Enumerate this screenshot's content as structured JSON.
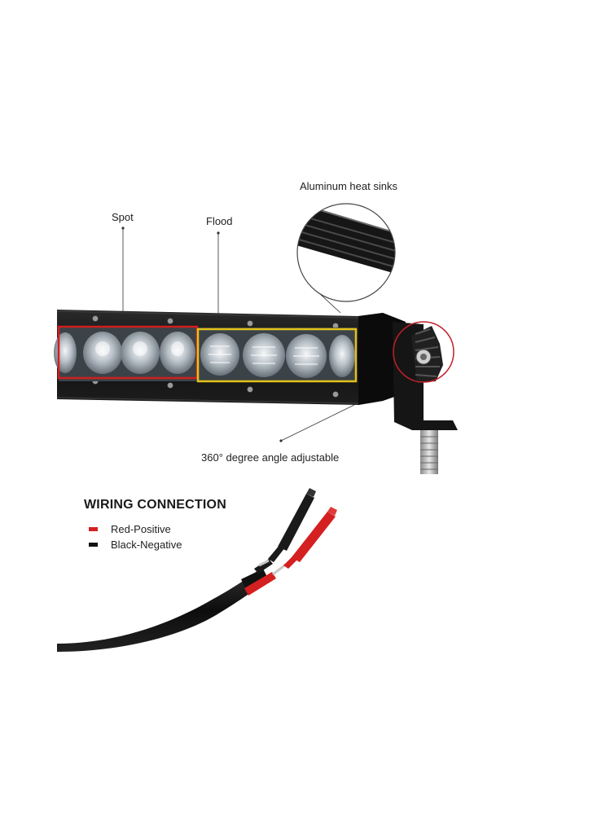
{
  "labels": {
    "spot": "Spot",
    "flood": "Flood",
    "heat_sinks": "Aluminum heat sinks",
    "adjustable": "360° degree angle adjustable"
  },
  "wiring": {
    "title": "WIRING CONNECTION",
    "legend": [
      {
        "label": "Red-Positive",
        "color": "#d42020"
      },
      {
        "label": "Black-Negative",
        "color": "#111111"
      }
    ]
  },
  "colors": {
    "spot_frame": "#d01f1f",
    "flood_frame": "#e3c21a",
    "housing": "#121212"
  }
}
